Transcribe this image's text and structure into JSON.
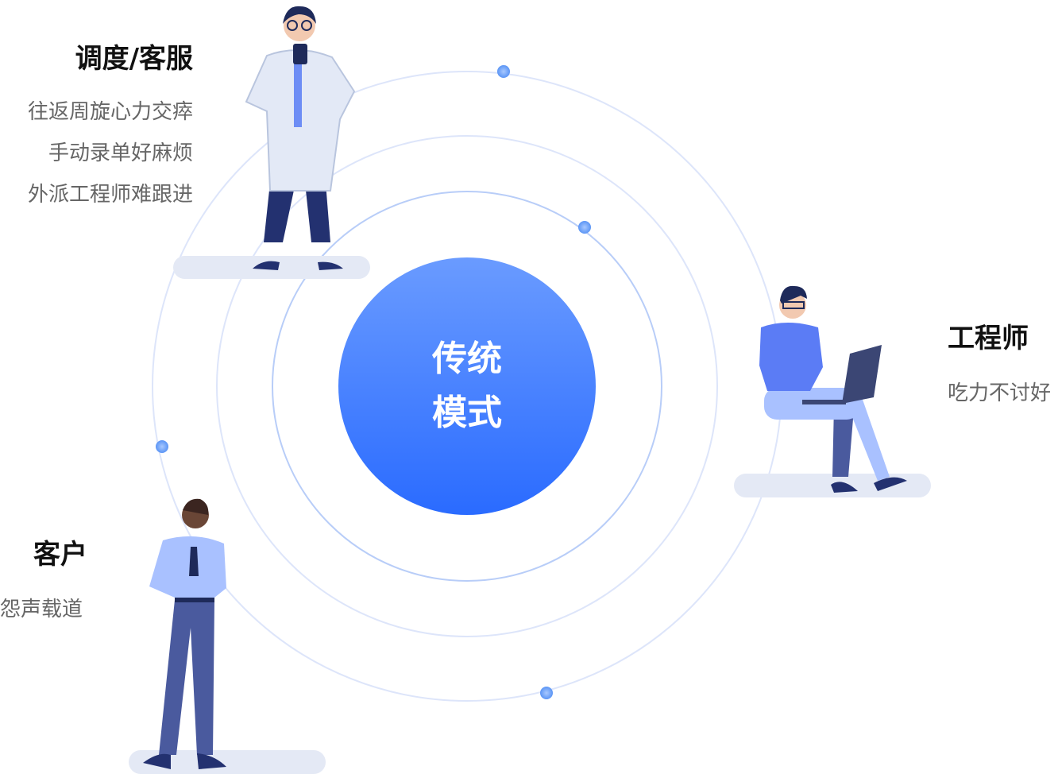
{
  "center": {
    "line1": "传统",
    "line2": "模式"
  },
  "dispatch": {
    "title": "调度/客服",
    "lines": [
      "往返周旋心力交瘁",
      "手动录单好麻烦",
      "外派工程师难跟进"
    ]
  },
  "engineer": {
    "title": "工程师",
    "lines": [
      "吃力不讨好"
    ]
  },
  "customer": {
    "title": "客户",
    "lines": [
      "怨声载道"
    ]
  },
  "colors": {
    "accent": "#3a7bff",
    "ring": "#dbe4fb",
    "dot": "#7aaaf8",
    "platform": "#e4e9f5"
  }
}
